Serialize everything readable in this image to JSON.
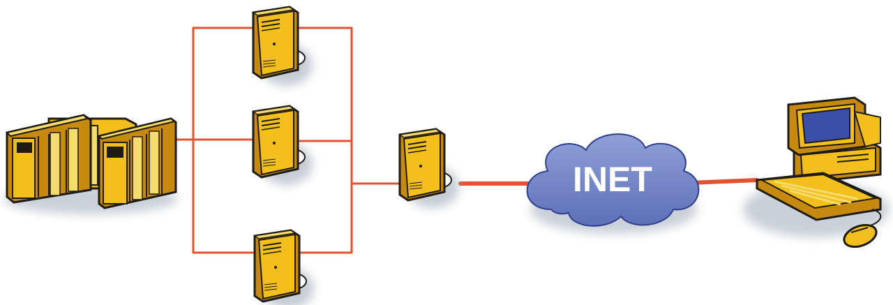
{
  "diagram": {
    "cloud_label": "INET",
    "colors": {
      "link": "#e2522f",
      "server_body": "#f2bf1e",
      "server_face": "#f6dc6c",
      "server_dark": "#c68a10",
      "outline": "#1e1a14",
      "cloud": "#6f83c6",
      "cloud_edge": "#2f3f8c",
      "screen": "#3b4fa8",
      "shadow": "#9eaab8"
    },
    "nodes": [
      {
        "id": "mainframe",
        "icon": "mainframe-icon"
      },
      {
        "id": "server-top",
        "icon": "tower-server-icon"
      },
      {
        "id": "server-middle",
        "icon": "tower-server-icon"
      },
      {
        "id": "server-bottom",
        "icon": "tower-server-icon"
      },
      {
        "id": "gateway-server",
        "icon": "tower-server-icon"
      },
      {
        "id": "internet-cloud",
        "icon": "cloud-icon"
      },
      {
        "id": "client-workstation",
        "icon": "desktop-computer-icon"
      }
    ]
  }
}
